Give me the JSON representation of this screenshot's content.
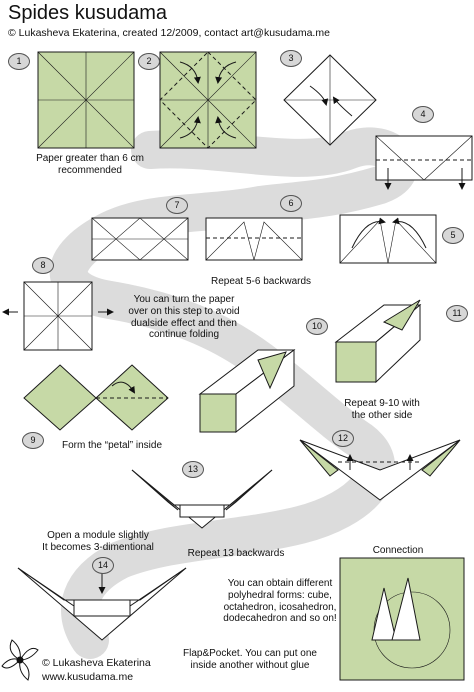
{
  "title": "Spides kusudama",
  "subtitle": "© Lukasheva Ekaterina, created 12/2009, contact art@kusudama.me",
  "colors": {
    "paper_green": "#c6d9a6",
    "line": "#1a1a1a",
    "path_gray": "#dcdcdc",
    "badge": "#d7d7d7"
  },
  "steps": [
    "1",
    "2",
    "3",
    "4",
    "5",
    "6",
    "7",
    "8",
    "9",
    "10",
    "11",
    "12",
    "13",
    "14"
  ],
  "notes": {
    "paper": "Paper greater than 6 cm\nrecommended",
    "repeat56": "Repeat 5-6 backwards",
    "turn": "You can turn the paper\nover on this step to avoid\ndualside effect and then\ncontinue folding",
    "petal": "Form the “petal” inside",
    "repeat910": "Repeat 9-10 with\nthe other side",
    "repeat13": "Repeat 13 backwards",
    "open": "Open a module slightly\nIt becomes 3-dimentional",
    "forms": "You can obtain different\npolyhedral forms: cube,\noctahedron, icosahedron,\ndodecahedron and so on!",
    "flap": "Flap&Pocket. You can put one\ninside another without glue",
    "connection": "Connection"
  },
  "footer": {
    "author": "© Lukasheva Ekaterina",
    "site": "www.kusudama.me"
  }
}
